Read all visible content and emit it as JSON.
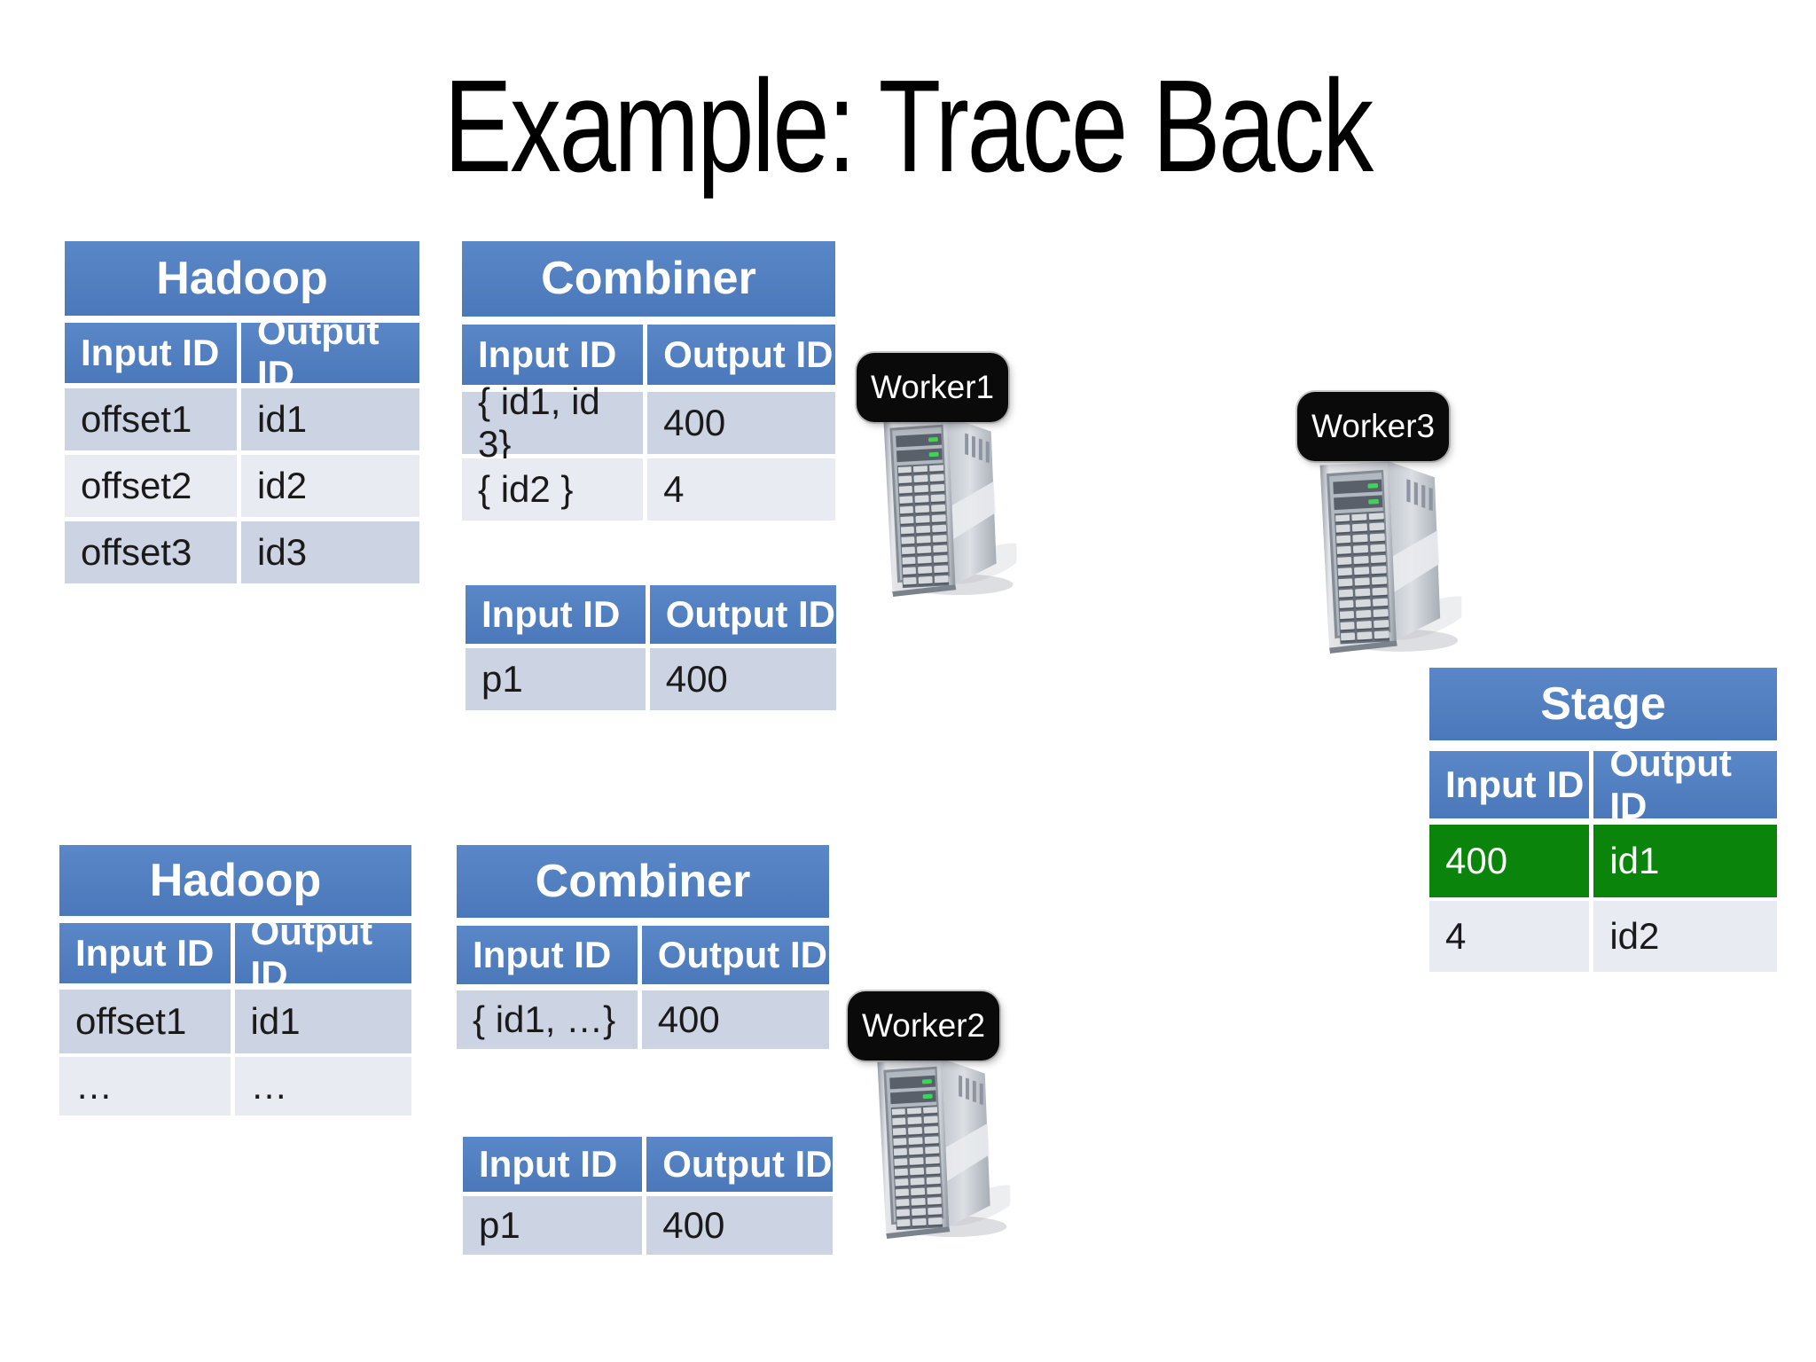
{
  "slide": {
    "title": "Example: Trace Back"
  },
  "colors": {
    "table_header_blue": "#4f7fc0",
    "row_shade_dark": "#ccd3e2",
    "row_shade_light": "#e9ebf3",
    "highlight_green": "#0a840a",
    "worker_label_bg": "#0a0a0a",
    "led_green": "#3fd455"
  },
  "icons": {
    "server": "server-tower-icon"
  },
  "tables": {
    "hadoop_top": {
      "title": "Hadoop",
      "columns": [
        "Input ID",
        "Output ID"
      ],
      "rows": [
        [
          "offset1",
          "id1"
        ],
        [
          "offset2",
          "id2"
        ],
        [
          "offset3",
          "id3"
        ]
      ]
    },
    "combiner_top": {
      "title": "Combiner",
      "columns": [
        "Input ID",
        "Output ID"
      ],
      "rows": [
        [
          "{ id1, id 3}",
          "400"
        ],
        [
          "{ id2 }",
          "4"
        ]
      ]
    },
    "mapper_top": {
      "columns": [
        "Input ID",
        "Output ID"
      ],
      "rows": [
        [
          "p1",
          "400"
        ]
      ]
    },
    "stage": {
      "title": "Stage",
      "columns": [
        "Input ID",
        "Output ID"
      ],
      "rows": [
        [
          "400",
          "id1"
        ],
        [
          "4",
          "id2"
        ]
      ],
      "highlighted_row": 0
    },
    "hadoop_bottom": {
      "title": "Hadoop",
      "columns": [
        "Input ID",
        "Output ID"
      ],
      "rows": [
        [
          "offset1",
          "id1"
        ],
        [
          "…",
          "…"
        ]
      ]
    },
    "combiner_bottom": {
      "title": "Combiner",
      "columns": [
        "Input ID",
        "Output ID"
      ],
      "rows": [
        [
          "{ id1, …}",
          "400"
        ]
      ]
    },
    "mapper_bottom": {
      "columns": [
        "Input ID",
        "Output ID"
      ],
      "rows": [
        [
          "p1",
          "400"
        ]
      ]
    }
  },
  "workers": {
    "w1": {
      "label": "Worker1"
    },
    "w2": {
      "label": "Worker2"
    },
    "w3": {
      "label": "Worker3"
    }
  }
}
